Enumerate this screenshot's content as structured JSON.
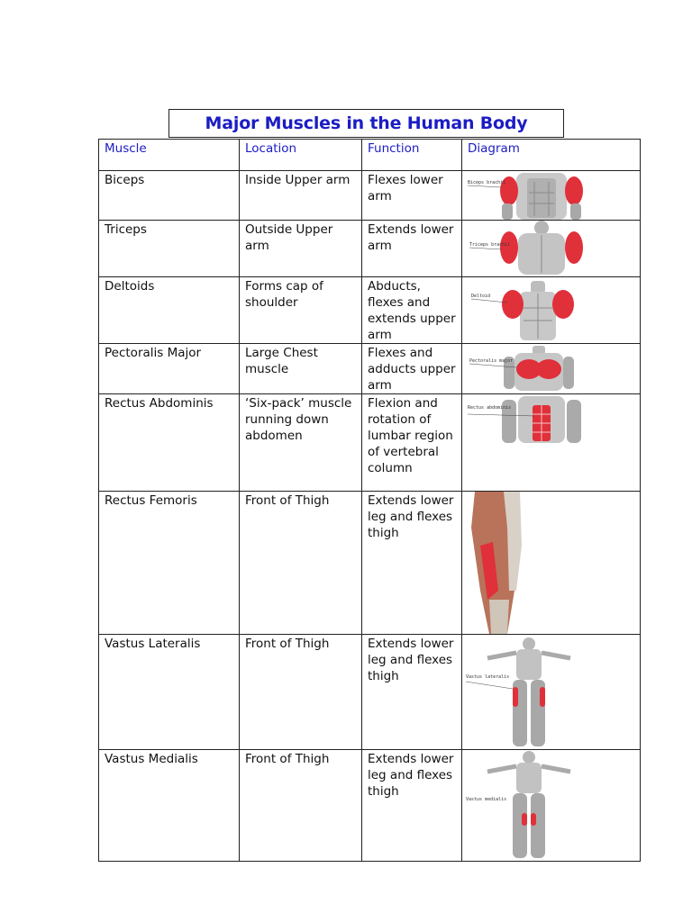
{
  "title": "Major Muscles in the Human Body",
  "headers": {
    "muscle": "Muscle",
    "location": "Location",
    "function": "Function",
    "diagram": "Diagram"
  },
  "rows": [
    {
      "muscle": "Biceps",
      "location": "Inside Upper arm",
      "function": "Flexes lower arm",
      "diagram_label": "Biceps brachii"
    },
    {
      "muscle": "Triceps",
      "location": "Outside Upper arm",
      "function": "Extends lower arm",
      "diagram_label": "Triceps brachii"
    },
    {
      "muscle": "Deltoids",
      "location": "Forms cap of shoulder",
      "function": "Abducts, flexes and extends upper arm",
      "diagram_label": "Deltoid"
    },
    {
      "muscle": "Pectoralis Major",
      "location": "Large Chest muscle",
      "function": "Flexes and adducts upper arm",
      "diagram_label": "Pectoralis major"
    },
    {
      "muscle": "Rectus Abdominis",
      "location": "‘Six-pack’ muscle running down abdomen",
      "function": "Flexion and rotation of lumbar region of vertebral column",
      "diagram_label": "Rectus abdominis"
    },
    {
      "muscle": "Rectus Femoris",
      "location": "Front of Thigh",
      "function": "Extends lower leg and flexes thigh",
      "diagram_label": ""
    },
    {
      "muscle": "Vastus Lateralis",
      "location": "Front of Thigh",
      "function": "Extends lower leg and flexes thigh",
      "diagram_label": "Vastus lateralis"
    },
    {
      "muscle": "Vastus Medialis",
      "location": "Front of Thigh",
      "function": "Extends lower leg and flexes thigh",
      "diagram_label": "Vastus medialis"
    }
  ],
  "colors": {
    "heading_blue": "#1c1cc4",
    "muscle_highlight": "#e0303a",
    "muscle_grey": "#9a9a9a"
  }
}
